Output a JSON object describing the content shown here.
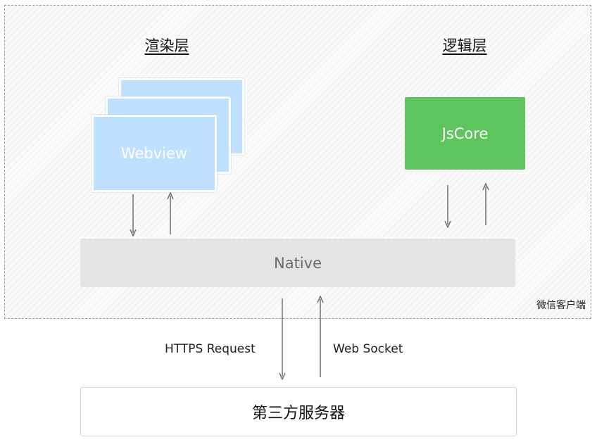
{
  "render_layer": {
    "title": "渲染层",
    "webview_label": "Webview"
  },
  "logic_layer": {
    "title": "逻辑层",
    "jscore_label": "JsCore"
  },
  "native": {
    "label": "Native"
  },
  "client": {
    "label": "微信客户端"
  },
  "network": {
    "https_label": "HTTPS Request",
    "websocket_label": "Web Socket"
  },
  "server": {
    "label": "第三方服务器"
  },
  "colors": {
    "webview": "#bfe0ff",
    "jscore": "#5ec55e",
    "native": "#e4e4e4",
    "arrow": "#6e6e6e",
    "frame_border": "#9a9a9a"
  }
}
